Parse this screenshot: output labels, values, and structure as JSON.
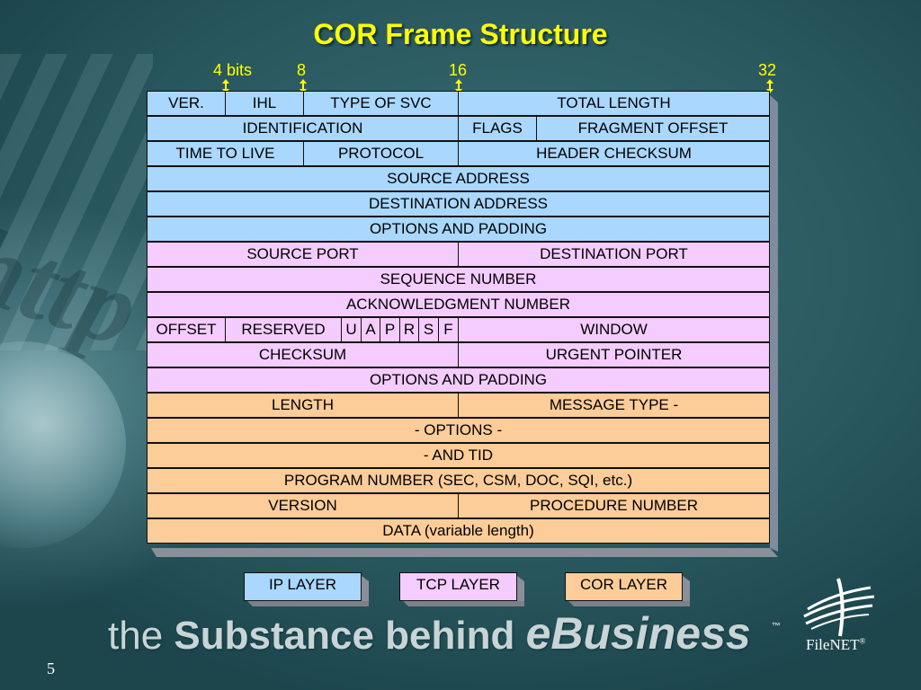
{
  "title": "COR Frame Structure",
  "bit_labels": [
    "4 bits",
    "8",
    "16",
    "32"
  ],
  "rows": [
    {
      "layer": "ip",
      "cells": [
        {
          "text": "VER.",
          "w": 87
        },
        {
          "text": "IHL",
          "w": 87
        },
        {
          "text": "TYPE OF SVC",
          "w": 172
        },
        {
          "text": "TOTAL LENGTH",
          "w": 346
        }
      ]
    },
    {
      "layer": "ip",
      "cells": [
        {
          "text": "IDENTIFICATION",
          "w": 346
        },
        {
          "text": "FLAGS",
          "w": 87
        },
        {
          "text": "FRAGMENT OFFSET",
          "w": 259
        }
      ]
    },
    {
      "layer": "ip",
      "cells": [
        {
          "text": "TIME TO LIVE",
          "w": 174
        },
        {
          "text": "PROTOCOL",
          "w": 172
        },
        {
          "text": "HEADER CHECKSUM",
          "w": 346
        }
      ]
    },
    {
      "layer": "ip",
      "cells": [
        {
          "text": "SOURCE ADDRESS",
          "w": 692
        }
      ]
    },
    {
      "layer": "ip",
      "cells": [
        {
          "text": "DESTINATION ADDRESS",
          "w": 692
        }
      ]
    },
    {
      "layer": "ip",
      "cells": [
        {
          "text": "OPTIONS AND PADDING",
          "w": 692
        }
      ]
    },
    {
      "layer": "tcp",
      "cells": [
        {
          "text": "SOURCE PORT",
          "w": 346
        },
        {
          "text": "DESTINATION PORT",
          "w": 346
        }
      ]
    },
    {
      "layer": "tcp",
      "cells": [
        {
          "text": "SEQUENCE NUMBER",
          "w": 692
        }
      ]
    },
    {
      "layer": "tcp",
      "cells": [
        {
          "text": "ACKNOWLEDGMENT NUMBER",
          "w": 692
        }
      ]
    },
    {
      "layer": "tcp",
      "cells": [
        {
          "text": "OFFSET",
          "w": 87
        },
        {
          "text": "RESERVED",
          "w": 129
        },
        {
          "text": "U",
          "w": 22
        },
        {
          "text": "A",
          "w": 21
        },
        {
          "text": "P",
          "w": 22
        },
        {
          "text": "R",
          "w": 21
        },
        {
          "text": "S",
          "w": 22
        },
        {
          "text": "F",
          "w": 22
        },
        {
          "text": "WINDOW",
          "w": 346
        }
      ]
    },
    {
      "layer": "tcp",
      "cells": [
        {
          "text": "CHECKSUM",
          "w": 346
        },
        {
          "text": "URGENT POINTER",
          "w": 346
        }
      ]
    },
    {
      "layer": "tcp",
      "cells": [
        {
          "text": "OPTIONS AND PADDING",
          "w": 692
        }
      ]
    },
    {
      "layer": "cor",
      "cells": [
        {
          "text": "LENGTH",
          "w": 346
        },
        {
          "text": "MESSAGE TYPE -",
          "w": 346
        }
      ]
    },
    {
      "layer": "cor",
      "cells": [
        {
          "text": "- OPTIONS -",
          "w": 692
        }
      ]
    },
    {
      "layer": "cor",
      "cells": [
        {
          "text": "- AND TID",
          "w": 692
        }
      ]
    },
    {
      "layer": "cor",
      "cells": [
        {
          "text": "PROGRAM NUMBER (SEC, CSM, DOC, SQI, etc.)",
          "w": 692
        }
      ]
    },
    {
      "layer": "cor",
      "cells": [
        {
          "text": "VERSION",
          "w": 346
        },
        {
          "text": "PROCEDURE NUMBER",
          "w": 346
        }
      ]
    },
    {
      "layer": "cor",
      "cells": [
        {
          "text": "DATA (variable length)",
          "w": 692
        }
      ]
    }
  ],
  "legend": [
    {
      "label": "IP LAYER",
      "color": "#a9d7fd"
    },
    {
      "label": "TCP LAYER",
      "color": "#f4ccff"
    },
    {
      "label": "COR LAYER",
      "color": "#fccc99"
    }
  ],
  "colors": {
    "ip": "#a9d7fd",
    "tcp": "#f4ccff",
    "cor": "#fccc99",
    "title": "#ffff00"
  },
  "tagline": {
    "the": "the",
    "substance": "Substance",
    "behind": "behind",
    "ebusiness": "eBusiness",
    "tm": "™"
  },
  "brand": "FileNET",
  "brand_tm": "®",
  "page_number": "5"
}
